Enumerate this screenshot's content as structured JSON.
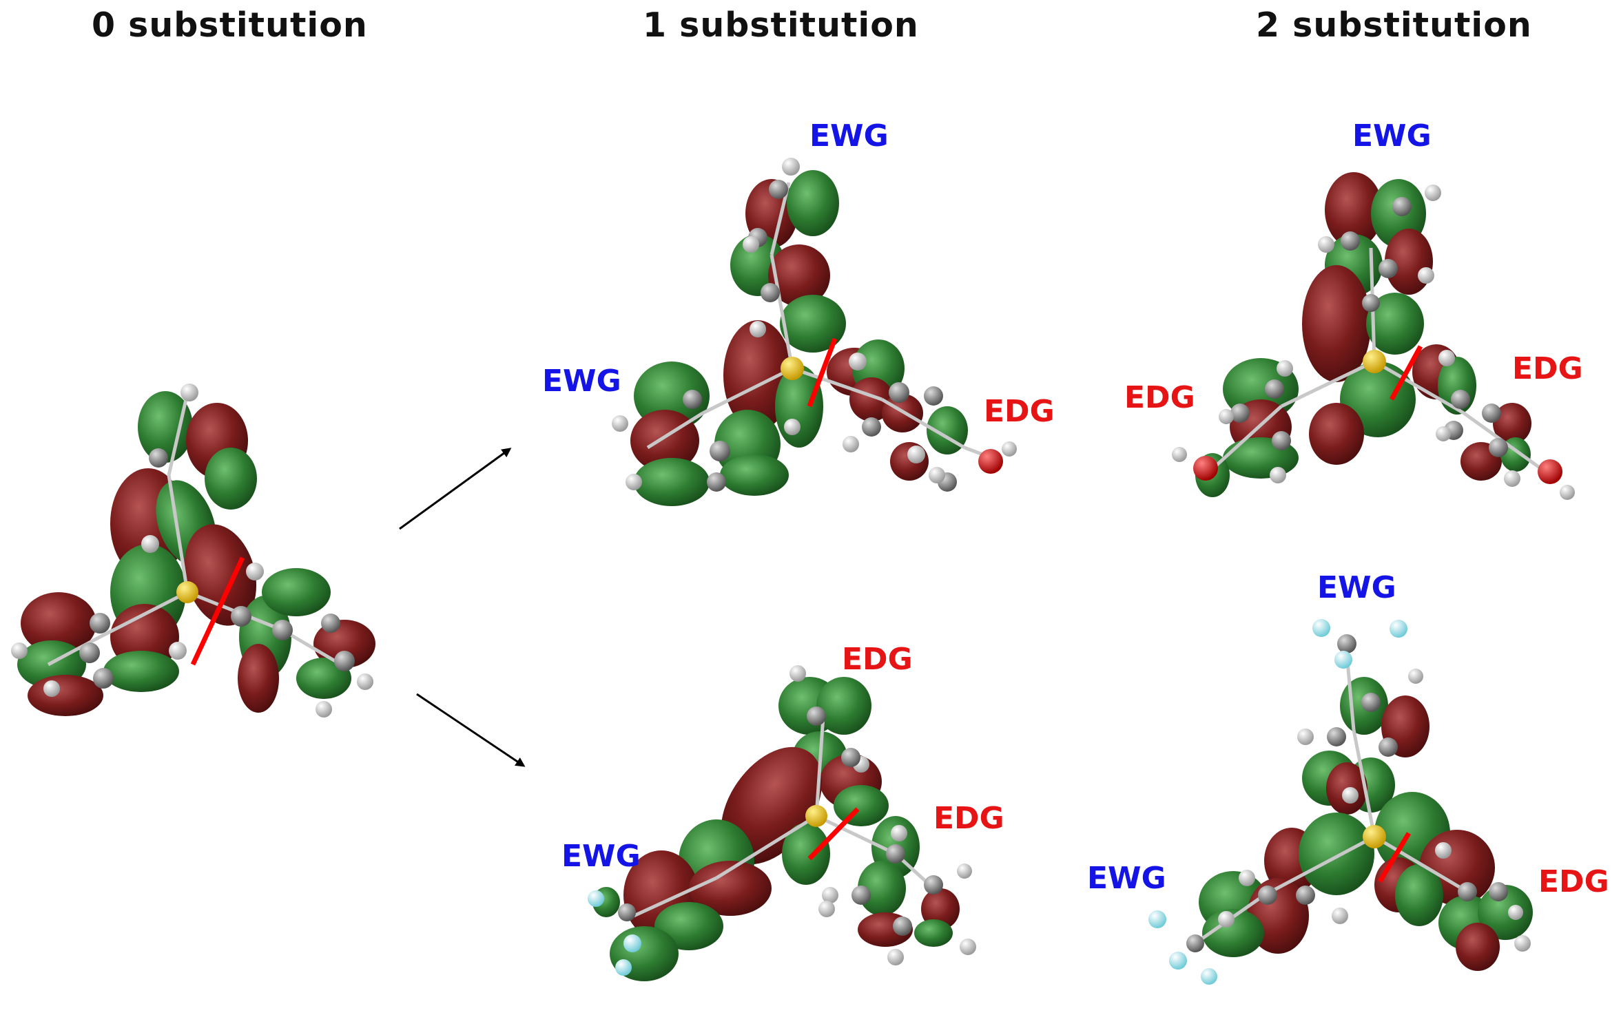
{
  "columns": [
    {
      "title": "0 substitution"
    },
    {
      "title": "1 substitution"
    },
    {
      "title": "2 substitution"
    }
  ],
  "labels": {
    "ewg": "EWG",
    "edg": "EDG"
  },
  "colors": {
    "ewg": "#1414e6",
    "edg": "#e61414",
    "lobe_positive": "#2e7d32",
    "lobe_negative": "#7a1c1c",
    "sulfur": "#f2c200",
    "hydrogen": "#e6e6e6",
    "carbon": "#8c8c8c",
    "oxygen": "#e00000",
    "fluorine": "#9be7f2",
    "bond_marker": "#ff0000"
  },
  "molecules": [
    {
      "id": "m0",
      "tags": []
    },
    {
      "id": "m1a",
      "tags": [
        "EWG",
        "EWG",
        "EDG"
      ]
    },
    {
      "id": "m1b",
      "tags": [
        "EDG",
        "EDG",
        "EWG"
      ]
    },
    {
      "id": "m2a",
      "tags": [
        "EWG",
        "EDG",
        "EDG"
      ]
    },
    {
      "id": "m2b",
      "tags": [
        "EWG",
        "EWG",
        "EDG"
      ]
    }
  ]
}
